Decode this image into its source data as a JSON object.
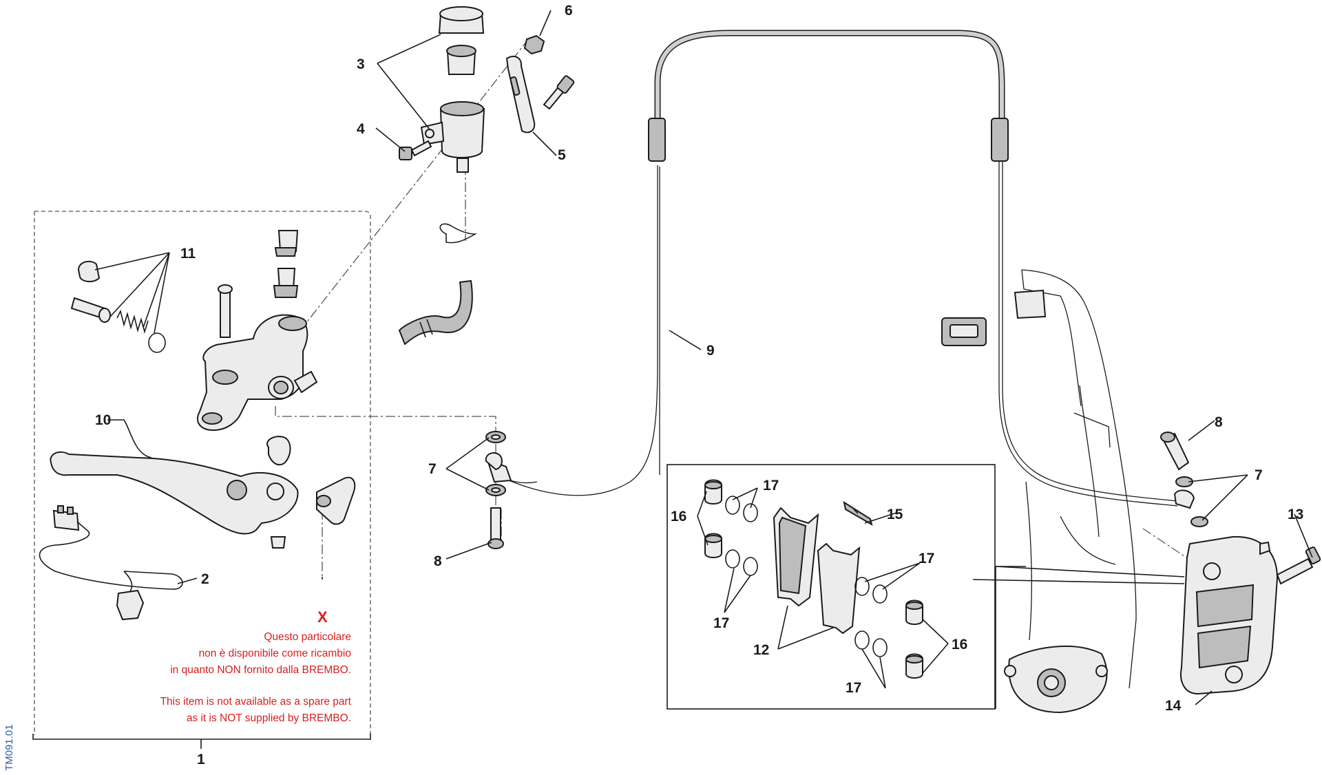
{
  "drawing_code": "TM091.01",
  "callouts": {
    "c1": "1",
    "c2": "2",
    "c3": "3",
    "c4": "4",
    "c5": "5",
    "c6": "6",
    "c7a": "7",
    "c7b": "7",
    "c8a": "8",
    "c8b": "8",
    "c9": "9",
    "c10": "10",
    "c11": "11",
    "c12": "12",
    "c13": "13",
    "c14": "14",
    "c15": "15",
    "c16a": "16",
    "c16b": "16",
    "c17a": "17",
    "c17b": "17",
    "c17c": "17",
    "c17d": "17"
  },
  "note": {
    "marker": "X",
    "it_line1": "Questo particolare",
    "it_line2": "non è disponibile come ricambio",
    "it_line3": "in quanto NON fornito dalla BREMBO.",
    "en_line1": "This item is not available as a spare part",
    "en_line2": "as it is NOT supplied by BREMBO."
  },
  "colors": {
    "line": "#1a1a1a",
    "note": "#d81e1e",
    "code": "#2b5ea7"
  }
}
